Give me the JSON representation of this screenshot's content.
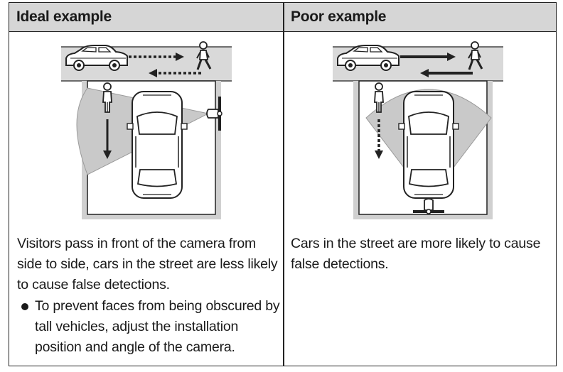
{
  "header": {
    "ideal_title": "Ideal example",
    "poor_title": "Poor example"
  },
  "ideal": {
    "description": "Visitors pass in front of the camera from side to side, cars in the street are less likely to cause false detections.",
    "bullet": "To prevent faces from being obscured by tall vehicles, adjust the installation position and angle of the camera.",
    "icons": [
      "car-icon",
      "pedestrian-icon",
      "camera-icon",
      "dashed-arrow-icon",
      "solid-arrow-icon"
    ]
  },
  "poor": {
    "description": "Cars in the street are more likely to cause false detections.",
    "icons": [
      "car-icon",
      "pedestrian-icon",
      "camera-icon",
      "dashed-arrow-icon",
      "solid-arrow-icon"
    ]
  },
  "colors": {
    "header_bg": "#d6d6d6",
    "detection_area": "#c9c9c9",
    "border": "#222222"
  }
}
